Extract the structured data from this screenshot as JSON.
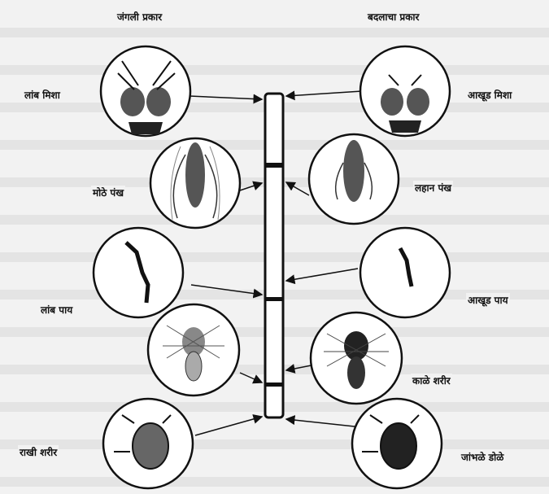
{
  "headers": {
    "left": "जंगली प्रकार",
    "right": "बदलाचा प्रकार"
  },
  "traits": {
    "wild": [
      "लांब मिशा",
      "मोठे पंख",
      "लांब पाय",
      "राखी शरीर"
    ],
    "mutant": [
      "आखूड मिशा",
      "लहान पंख",
      "आखूड पाय",
      "काळे शरीर",
      "जांभळे डोळे"
    ]
  },
  "icons": [
    "fly-head-icon",
    "fly-wing-icon",
    "fly-leg-icon",
    "fly-body-icon",
    "fly-eye-icon"
  ]
}
